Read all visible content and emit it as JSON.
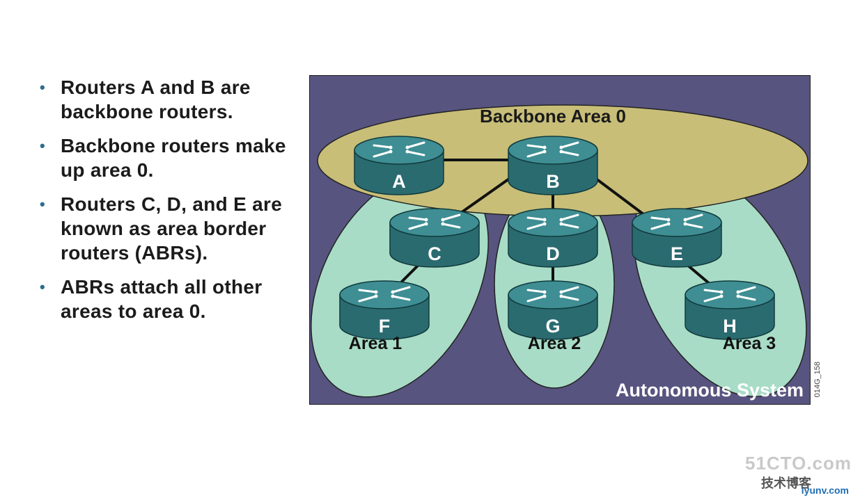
{
  "bullets": [
    {
      "text": "Routers A and B are backbone routers."
    },
    {
      "text": "Backbone routers make up area 0."
    },
    {
      "text": "Routers C, D, and E are known as area border routers (ABRs)."
    },
    {
      "text": "ABRs attach all other areas to area 0."
    }
  ],
  "diagram": {
    "backbone_label": "Backbone Area 0",
    "system_label": "Autonomous System",
    "areas": [
      "Area 1",
      "Area 2",
      "Area 3"
    ],
    "routers": [
      "A",
      "B",
      "C",
      "D",
      "E",
      "F",
      "G",
      "H"
    ],
    "figure_code": "014G_158",
    "colors": {
      "background": "#585480",
      "backbone_fill": "#c8be78",
      "area_fill": "#a8dcc6",
      "router_top": "#3e8e93",
      "router_side": "#2a6b70",
      "link": "#111111"
    }
  },
  "watermark": {
    "main": "51CTO.com",
    "sub": "技术博客",
    "site": "iyunv.com"
  }
}
